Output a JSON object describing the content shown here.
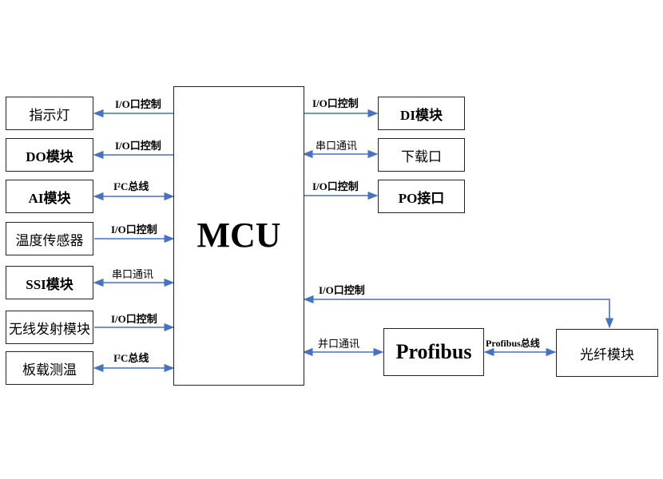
{
  "mcu": {
    "label": "MCU"
  },
  "left_modules": [
    {
      "label": "指示灯",
      "link": "I/O口控制"
    },
    {
      "label": "DO模块",
      "link": "I/O口控制"
    },
    {
      "label": "AI模块",
      "link": "I²C总线"
    },
    {
      "label": "温度传感器",
      "link": "I/O口控制"
    },
    {
      "label": "SSI模块",
      "link": "串口通讯"
    },
    {
      "label": "无线发射模块",
      "link": "I/O口控制"
    },
    {
      "label": "板载测温",
      "link": "I²C总线"
    }
  ],
  "right_modules": [
    {
      "label": "DI模块",
      "link": "I/O口控制"
    },
    {
      "label": "下载口",
      "link": "串口通讯"
    },
    {
      "label": "PO接口",
      "link": "I/O口控制"
    }
  ],
  "profibus": {
    "label": "Profibus",
    "link_mcu": "并口通讯",
    "link_fiber": "Profibus总线"
  },
  "fiber": {
    "label": "光纤模块",
    "link_mcu": "I/O口控制"
  },
  "colors": {
    "arrow": "#4472c4",
    "border": "#222222"
  }
}
